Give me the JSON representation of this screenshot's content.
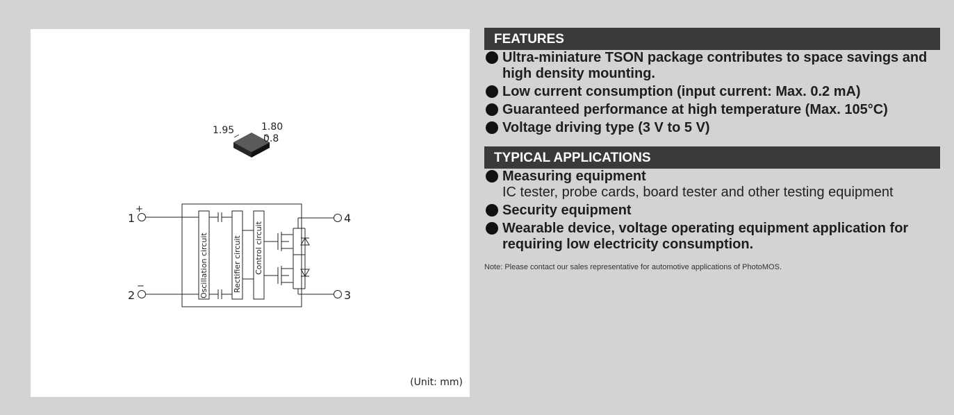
{
  "left_panel": {
    "package_dims": {
      "length": "1.95",
      "width": "1.80",
      "height": "0.8"
    },
    "pins": {
      "pin1": "1",
      "pin2": "2",
      "pin3": "3",
      "pin4": "4",
      "plus": "+",
      "minus": "−"
    },
    "blocks": {
      "oscillation": "Oscillation circuit",
      "rectifier": "Rectifier circuit",
      "control": "Control circuit"
    },
    "unit_note": "(Unit: mm)"
  },
  "features": {
    "title": "FEATURES",
    "items": [
      "Ultra-miniature TSON package contributes to space savings and high density mounting.",
      "Low current consumption (input current: Max. 0.2 mA)",
      "Guaranteed performance at high temperature (Max. 105°C)",
      "Voltage driving type (3 V to 5 V)"
    ]
  },
  "applications": {
    "title": "TYPICAL APPLICATIONS",
    "items": [
      {
        "title": "Measuring equipment",
        "desc": "IC tester, probe cards, board tester and other testing equipment"
      },
      {
        "title": "Security equipment",
        "desc": ""
      },
      {
        "title": "Wearable device, voltage operating equipment application for requiring low electricity consumption.",
        "desc": ""
      }
    ]
  },
  "note": "Note: Please contact our sales representative for automotive applications of PhotoMOS.",
  "colors": {
    "background": "#d3d3d3",
    "header_bg": "#3a3a3a",
    "panel": "#ffffff"
  }
}
